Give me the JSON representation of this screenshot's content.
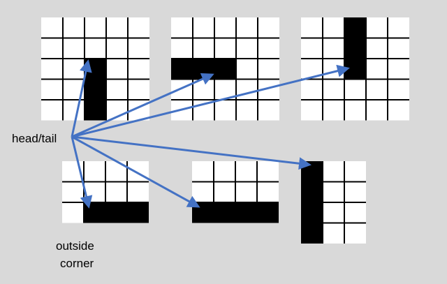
{
  "labels": {
    "head_tail": "head/tail",
    "outside": "outside",
    "corner": "corner"
  },
  "colors": {
    "background": "#d9d9d9",
    "cell": "#ffffff",
    "filled": "#000000",
    "grid_line": "#000000",
    "arrow": "#4472c4"
  },
  "grids": [
    {
      "name": "grid-1",
      "rows": 5,
      "cols": 5,
      "filled": [
        [
          2,
          2
        ],
        [
          3,
          2
        ],
        [
          4,
          2
        ]
      ]
    },
    {
      "name": "grid-2",
      "rows": 5,
      "cols": 5,
      "filled": [
        [
          2,
          0
        ],
        [
          2,
          1
        ],
        [
          2,
          2
        ]
      ]
    },
    {
      "name": "grid-3",
      "rows": 5,
      "cols": 5,
      "filled": [
        [
          0,
          2
        ],
        [
          1,
          2
        ],
        [
          2,
          2
        ]
      ]
    },
    {
      "name": "grid-4",
      "rows": 3,
      "cols": 4,
      "filled": [
        [
          2,
          1
        ],
        [
          2,
          2
        ],
        [
          2,
          3
        ]
      ]
    },
    {
      "name": "grid-5",
      "rows": 3,
      "cols": 4,
      "filled": [
        [
          2,
          0
        ],
        [
          2,
          1
        ],
        [
          2,
          2
        ],
        [
          2,
          3
        ]
      ]
    },
    {
      "name": "grid-6",
      "rows": 4,
      "cols": 3,
      "filled": [
        [
          0,
          0
        ],
        [
          1,
          0
        ],
        [
          2,
          0
        ],
        [
          3,
          0
        ]
      ]
    }
  ]
}
